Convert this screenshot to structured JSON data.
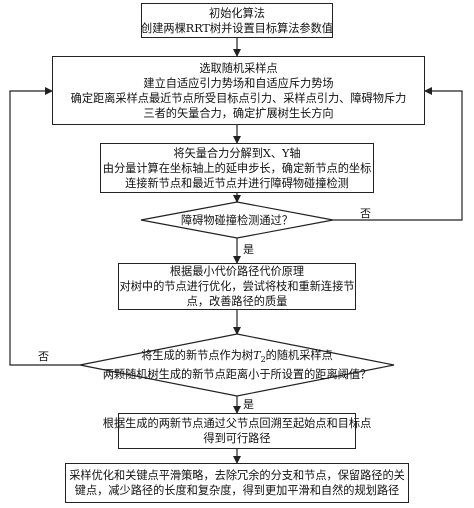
{
  "steps": {
    "init": [
      "初始化算法",
      "创建两棵RRT树并设置目标算法参数值"
    ],
    "sample": [
      "选取随机采样点",
      "建立自适应引力势场和自适应斥力势场",
      "确定距离采样点最近节点所受目标点引力、采样点引力、障碍物斥力",
      "三者的矢量合力，确定扩展树生长方向"
    ],
    "decompose": [
      "将矢量合力分解到X、Y轴",
      "由分量计算在坐标轴上的延申步长，确定新节点的坐标",
      "连接新节点和最近节点并进行障碍物碰撞检测"
    ],
    "collision_check": "障碍物碰撞检测通过？",
    "optimize": [
      "根据最小代价路径代价原理",
      "对树中的节点进行优化，尝试将枝和重新连接节",
      "点，改善路径的质量"
    ],
    "distance_check": {
      "line1_pre": "将生成的新节点作为树",
      "line1_sym": "T",
      "line1_sub": "2",
      "line1_post": "的随机采样点",
      "line2": "两颗随机树生成的新节点距离小于所设置的距离阈值？"
    },
    "backtrack": [
      "根据生成的两新节点通过父节点回溯至起始点和目标点",
      "得到可行路径"
    ],
    "smooth": [
      "采样优化和关键点平滑策略，去除冗余的分支和节点，保留路径的关",
      "键点，减少路径的长度和复杂度，得到更加平滑和自然的规划路径"
    ]
  },
  "labels": {
    "yes1": "是",
    "no1": "否",
    "yes2": "是",
    "no2": "否"
  }
}
